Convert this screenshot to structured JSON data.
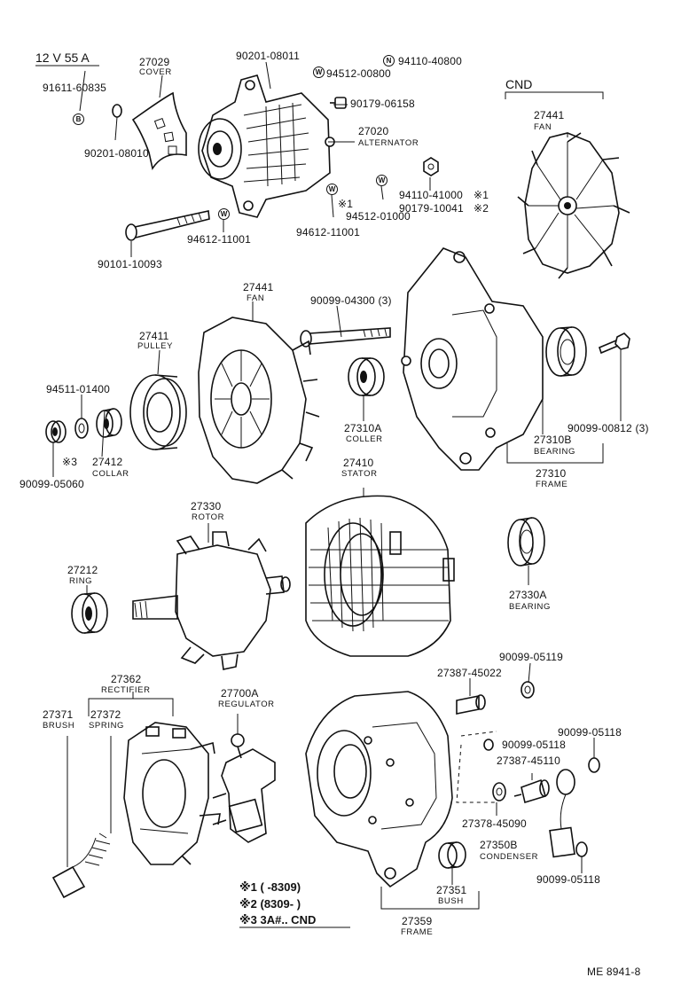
{
  "spec": "12 V 55 A",
  "cnd": "CND",
  "doc_code": "ME  8941-8",
  "notes": [
    {
      "sym": "※1",
      "text": "(      -8309)"
    },
    {
      "sym": "※2",
      "text": "(8309-       )"
    },
    {
      "sym": "※3",
      "text": "3A#.. CND"
    }
  ],
  "symbols": {
    "b": "B",
    "w": "W",
    "n": "N"
  },
  "parts": {
    "p27029": {
      "num": "27029",
      "name": "COVER"
    },
    "p91611": {
      "num": "91611-60835"
    },
    "p90201a": {
      "num": "90201-08011"
    },
    "p90201b": {
      "num": "90201-08010"
    },
    "p94512a": {
      "num": "94512-00800"
    },
    "p94110a": {
      "num": "94110-40800"
    },
    "p90179a": {
      "num": "90179-06158"
    },
    "p27020": {
      "num": "27020",
      "name": "ALTERNATOR"
    },
    "p94110b": {
      "num": "94110-41000",
      "mark": "※1"
    },
    "p90179b": {
      "num": "90179-10041",
      "mark": "※2"
    },
    "p94512b": {
      "num": "94512-01000",
      "mark": "※1"
    },
    "p94612a": {
      "num": "94612-11001"
    },
    "p94612b": {
      "num": "94612-11001"
    },
    "p90101": {
      "num": "90101-10093"
    },
    "p27441a": {
      "num": "27441",
      "name": "FAN"
    },
    "p27441b": {
      "num": "27441",
      "name": "FAN"
    },
    "p90099a": {
      "num": "90099-04300 (3)"
    },
    "p27411": {
      "num": "27411",
      "name": "PULLEY"
    },
    "p94511": {
      "num": "94511-01400"
    },
    "p27412": {
      "num": "27412",
      "name": "COLLAR",
      "mark": "※3"
    },
    "p90099b": {
      "num": "90099-05060"
    },
    "p27310A": {
      "num": "27310A",
      "name": "COLLER"
    },
    "p90099c": {
      "num": "90099-00812 (3)"
    },
    "p27310B": {
      "num": "27310B",
      "name": "BEARING"
    },
    "p27310": {
      "num": "27310",
      "name": "FRAME"
    },
    "p27410": {
      "num": "27410",
      "name": "STATOR"
    },
    "p27330": {
      "num": "27330",
      "name": "ROTOR"
    },
    "p27212": {
      "num": "27212",
      "name": "RING"
    },
    "p27330A": {
      "num": "27330A",
      "name": "BEARING"
    },
    "p90099d": {
      "num": "90099-05119"
    },
    "p27387a": {
      "num": "27387-45022"
    },
    "p27362": {
      "num": "27362",
      "name": "RECTIFIER"
    },
    "p27371": {
      "num": "27371",
      "name": "BRUSH"
    },
    "p27372": {
      "num": "27372",
      "name": "SPRING"
    },
    "p27700A": {
      "num": "27700A",
      "name": "REGULATOR"
    },
    "p90099e": {
      "num": "90099-05118"
    },
    "p90099f": {
      "num": "90099-05118"
    },
    "p27387b": {
      "num": "27387-45110"
    },
    "p27378": {
      "num": "27378-45090"
    },
    "p27350B": {
      "num": "27350B",
      "name": "CONDENSER"
    },
    "p90099g": {
      "num": "90099-05118"
    },
    "p27351": {
      "num": "27351",
      "name": "BUSH"
    },
    "p27359": {
      "num": "27359",
      "name": "FRAME"
    }
  }
}
